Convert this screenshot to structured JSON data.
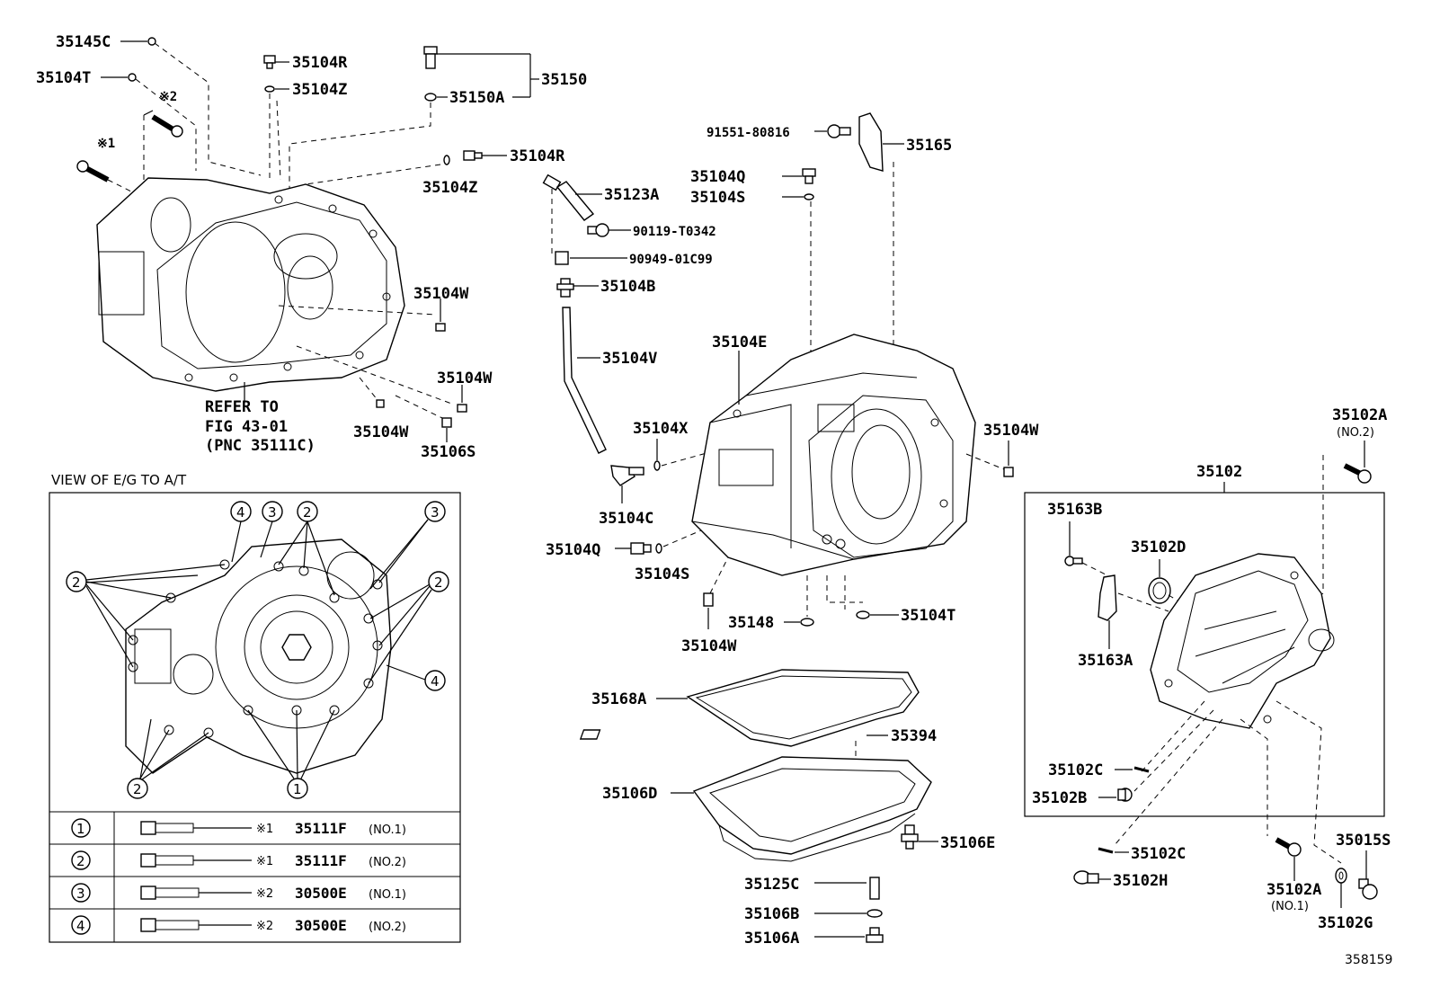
{
  "labels": {
    "p35145C": "35145C",
    "p35104T_a": "35104T",
    "p35104R_a": "35104R",
    "p35104Z_a": "35104Z",
    "p35150": "35150",
    "p35150A": "35150A",
    "mark2_top": "※2",
    "mark1_top": "※1",
    "p35104R_b": "35104R",
    "p35104Z_b": "35104Z",
    "p35123A": "35123A",
    "p90119": "90119-T0342",
    "p90949": "90949-01C99",
    "p35104B": "35104B",
    "p35104V": "35104V",
    "p91551": "91551-80816",
    "p35165": "35165",
    "p35104Q_a": "35104Q",
    "p35104S_a": "35104S",
    "p35104W_a": "35104W",
    "p35104W_b": "35104W",
    "p35104W_c": "35104W",
    "p35106S": "35106S",
    "refer1": "REFER TO",
    "refer2": "FIG 43-01",
    "refer3": "(PNC 35111C)",
    "p35104E": "35104E",
    "p35104X": "35104X",
    "p35104W_d": "35104W",
    "p35104C": "35104C",
    "p35104Q_b": "35104Q",
    "p35104S_b": "35104S",
    "p35148": "35148",
    "p35104T_b": "35104T",
    "p35104W_e": "35104W",
    "p35102A_top": "35102A",
    "no2": "(NO.2)",
    "p35102": "35102",
    "p35163B": "35163B",
    "p35102D": "35102D",
    "p35163A": "35163A",
    "p35168A": "35168A",
    "p35394": "35394",
    "p35106D": "35106D",
    "p35106E": "35106E",
    "p35102C_a": "35102C",
    "p35102B": "35102B",
    "p35102C_b": "35102C",
    "p35102H": "35102H",
    "p35102A_bot": "35102A",
    "no1": "(NO.1)",
    "p35015S": "35015S",
    "p35102G": "35102G",
    "p35125C": "35125C",
    "p35106B": "35106B",
    "p35106A": "35106A",
    "fig_no": "358159"
  },
  "view": {
    "title": "VIEW OF E/G TO A/T",
    "callouts": [
      "1",
      "2",
      "3",
      "4"
    ]
  },
  "table": {
    "rows": [
      {
        "num": "1",
        "mark": "※1",
        "part": "35111F",
        "no": "(NO.1)"
      },
      {
        "num": "2",
        "mark": "※1",
        "part": "35111F",
        "no": "(NO.2)"
      },
      {
        "num": "3",
        "mark": "※2",
        "part": "30500E",
        "no": "(NO.1)"
      },
      {
        "num": "4",
        "mark": "※2",
        "part": "30500E",
        "no": "(NO.2)"
      }
    ]
  }
}
